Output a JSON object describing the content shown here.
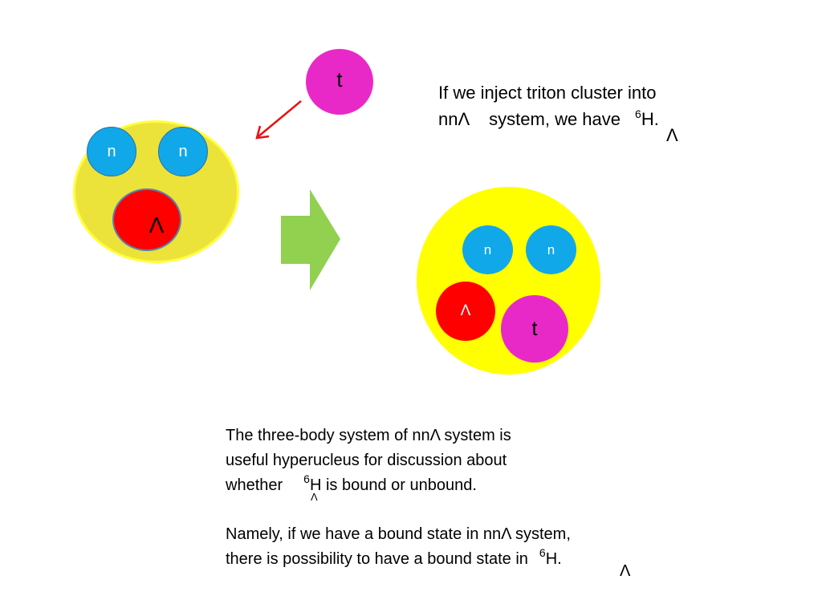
{
  "left_system": {
    "neutron_1": "n",
    "neutron_2": "n",
    "lambda": "Λ"
  },
  "triton": "t",
  "right_system": {
    "neutron_1": "n",
    "neutron_2": "n",
    "lambda": "Λ",
    "triton": "t"
  },
  "top_text": {
    "line1": "If we inject triton cluster into",
    "line2_a": "nnΛ",
    "line2_b": "system, we have",
    "sup": "6",
    "sub": "Λ",
    "tail": "H."
  },
  "para1": {
    "line1": "The three-body system of nnΛ system is",
    "line2": "useful  hyperucleus  for discussion about",
    "line3_a": " whether",
    "sub": "Λ",
    "sup": "6",
    "line3_b": "H is bound or unbound."
  },
  "para2": {
    "line1": "Namely, if we have a bound state in nnΛ system,",
    "line2_a": "there is possibility to have a bound state in",
    "sup": "6",
    "sub": "Λ",
    "tail": "H."
  },
  "colors": {
    "yellow": "#ebe23a",
    "bright_yellow": "#ffff00",
    "neutron_blue": "#10a8e8",
    "lambda_red": "#ff0000",
    "triton_magenta": "#e829c8",
    "arrow_green": "#92d050",
    "arrow_red": "#e81010"
  }
}
